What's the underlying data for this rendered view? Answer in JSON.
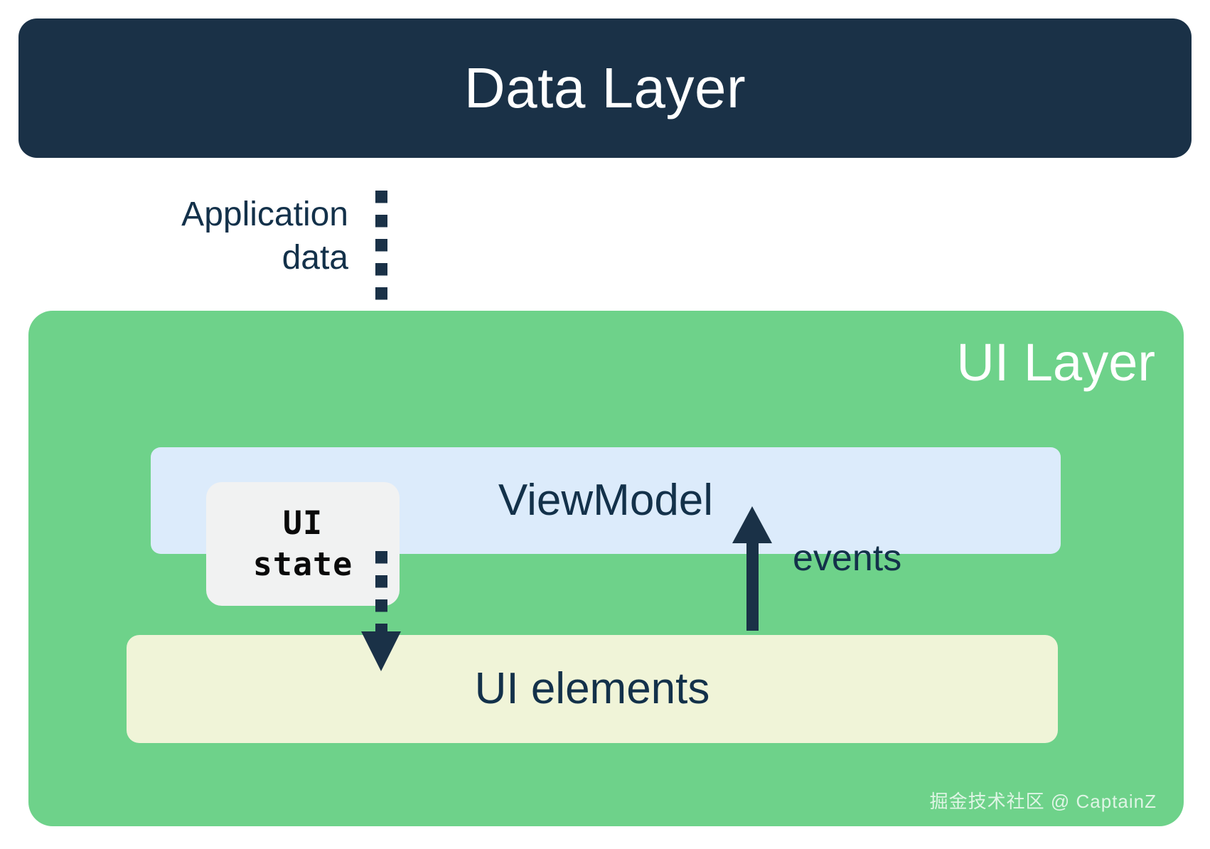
{
  "diagram": {
    "title": "Data Layer",
    "type": "architecture-layer-diagram",
    "data_layer": {
      "label": "Data Layer",
      "color": "#1A3147",
      "text_color": "#FFFFFF"
    },
    "connectors": {
      "application_data": {
        "label": "Application data",
        "label_line1": "Application",
        "label_line2": "data",
        "style": "dotted",
        "direction": "down",
        "from": "Data Layer",
        "to": "ViewModel",
        "color": "#1A3147"
      },
      "ui_state_flow": {
        "style": "dotted",
        "direction": "down",
        "from": "UI state",
        "to": "UI elements",
        "color": "#1A3147"
      },
      "events": {
        "label": "events",
        "style": "solid",
        "direction": "up",
        "from": "UI elements",
        "to": "ViewModel",
        "color": "#1A3147"
      }
    },
    "ui_layer": {
      "label": "UI Layer",
      "color": "#6ED28A",
      "text_color": "#FFFFFF",
      "viewmodel": {
        "label": "ViewModel",
        "color": "#DCEBFB",
        "text_color": "#13314A"
      },
      "ui_state": {
        "label": "UI state",
        "line1": "UI",
        "line2": "state",
        "color": "#F1F2F2",
        "text_color": "#0A0A0A"
      },
      "ui_elements": {
        "label": "UI elements",
        "color": "#F0F4D8",
        "text_color": "#13314A"
      }
    },
    "watermark": "掘金技术社区 @ CaptainZ"
  }
}
